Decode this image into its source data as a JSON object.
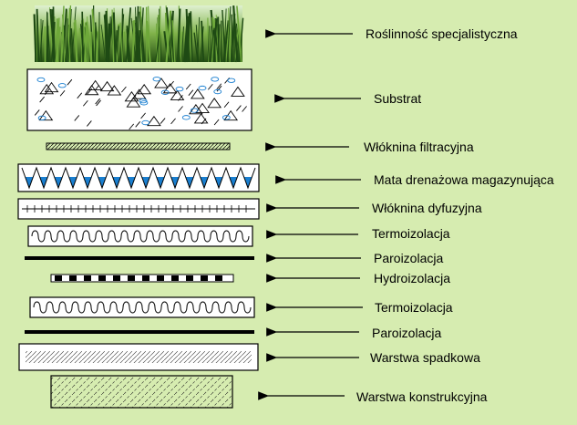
{
  "layers": [
    {
      "id": "vegetation",
      "label": "Roślinność specjalistyczna"
    },
    {
      "id": "substrate",
      "label": "Substrat"
    },
    {
      "id": "filter-fleece",
      "label": "Włóknina  filtracyjna"
    },
    {
      "id": "drainage-mat",
      "label": "Mata drenażowa magazynująca"
    },
    {
      "id": "diffusion-fleece",
      "label": "Włóknina dyfuzyjna"
    },
    {
      "id": "thermal-insulation-1",
      "label": "Termoizolacja"
    },
    {
      "id": "vapor-barrier-1",
      "label": "Paroizolacja"
    },
    {
      "id": "waterproofing",
      "label": "Hydroizolacja"
    },
    {
      "id": "thermal-insulation-2",
      "label": "Termoizolacja"
    },
    {
      "id": "vapor-barrier-2",
      "label": "Paroizolacja"
    },
    {
      "id": "slope-layer",
      "label": "Warstwa spadkowa"
    },
    {
      "id": "structural-layer",
      "label": "Warstwa konstrukcyjna"
    }
  ],
  "colors": {
    "background": "#d6ecb0",
    "grass_dark": "#1f4a14",
    "grass_light": "#6ea83a",
    "drainage_fill": "#1a7fd0",
    "outline": "#000000"
  }
}
